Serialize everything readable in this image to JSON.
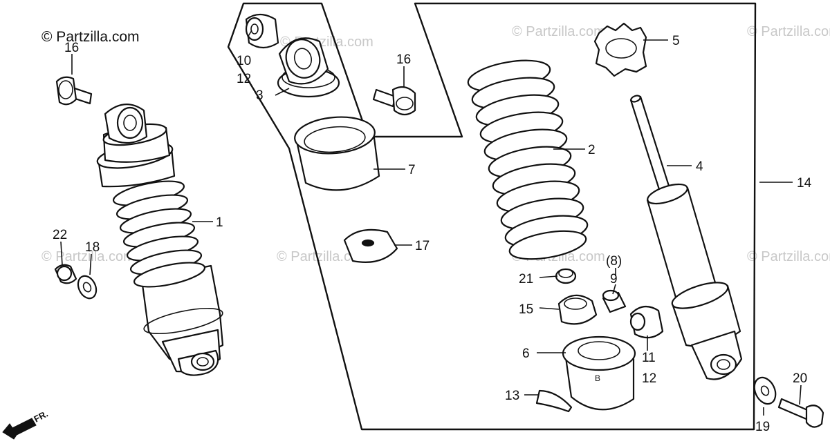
{
  "copyright": "© Partzilla.com",
  "watermark": "© Partzilla.com",
  "direction_label": "FR.",
  "callouts": {
    "c1": "1",
    "c2": "2",
    "c3": "3",
    "c4": "4",
    "c5": "5",
    "c6": "6",
    "c7": "7",
    "c8": "(8)",
    "c9": "9",
    "c10": "10",
    "c11": "11",
    "c12a": "12",
    "c12b": "12",
    "c13": "13",
    "c14": "14",
    "c15": "15",
    "c16a": "16",
    "c16b": "16",
    "c17": "17",
    "c18": "18",
    "c19": "19",
    "c20": "20",
    "c21": "21",
    "c22": "22"
  },
  "icons": {
    "front-arrow": "arrow-pointing-lower-left"
  }
}
